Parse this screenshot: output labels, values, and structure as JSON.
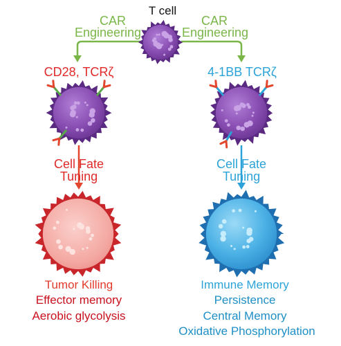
{
  "title": "T cell",
  "left_branch": {
    "engineering_line1": "CAR",
    "engineering_line2": "Engineering",
    "construct": "CD28, TCRζ",
    "tuning_line1": "Cell Fate",
    "tuning_line2": "Tuning",
    "outcome_lines": [
      "Tumor Killing",
      "Effector memory",
      "Aerobic glycolysis"
    ]
  },
  "right_branch": {
    "engineering_line1": "CAR",
    "engineering_line2": "Engineering",
    "construct": "4-1BB TCRζ",
    "tuning_line1": "Cell Fate",
    "tuning_line2": "Tuning",
    "outcome_lines": [
      "Immune Memory",
      "Persistence",
      "Central Memory",
      "Oxidative Phosphorylation"
    ]
  },
  "colors": {
    "green": "#7ab648",
    "red": "#e02a2a",
    "blue": "#2ba3d8",
    "purple": "#8a4fb3",
    "purple_dark": "#5a2a82",
    "pink": "#f4a9a3",
    "red_dark": "#c8262a",
    "sky": "#5ab9e8",
    "blue_dark": "#1f6fb0"
  },
  "icons": {
    "naive_cell": "t-cell-icon",
    "car_cell": "car-t-cell-icon",
    "effector_cell": "effector-cell-icon",
    "memory_cell": "memory-cell-icon"
  }
}
